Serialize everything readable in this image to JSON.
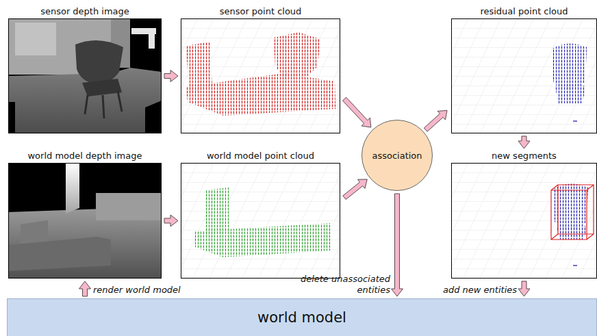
{
  "diagram": {
    "nodes": [
      {
        "text": [
          "sensor depth image"
        ]
      },
      {
        "text": [
          "sensor point cloud"
        ]
      },
      {
        "text": [
          "world model depth image"
        ]
      },
      {
        "text": [
          "world model point cloud"
        ]
      },
      {
        "text": [
          "association"
        ]
      },
      {
        "text": [
          "residual point cloud"
        ]
      },
      {
        "text": [
          "new segments"
        ]
      },
      {
        "text": [
          "world model"
        ]
      }
    ],
    "edges": [
      {
        "from": 0,
        "to": 1,
        "arrow": "to"
      },
      {
        "from": 2,
        "to": 3,
        "arrow": "to"
      },
      {
        "from": 1,
        "to": 4,
        "arrow": "to"
      },
      {
        "from": 3,
        "to": 4,
        "arrow": "to"
      },
      {
        "from": 4,
        "to": 5,
        "arrow": "to"
      },
      {
        "from": 5,
        "to": 6,
        "arrow": "to"
      },
      {
        "from": 4,
        "to": 7,
        "label": "delete unassociated entities",
        "arrow": "to"
      },
      {
        "from": 6,
        "to": 7,
        "label": "add new entities",
        "arrow": "to"
      },
      {
        "from": 7,
        "to": 2,
        "label": "render world model",
        "arrow": "to"
      }
    ]
  }
}
